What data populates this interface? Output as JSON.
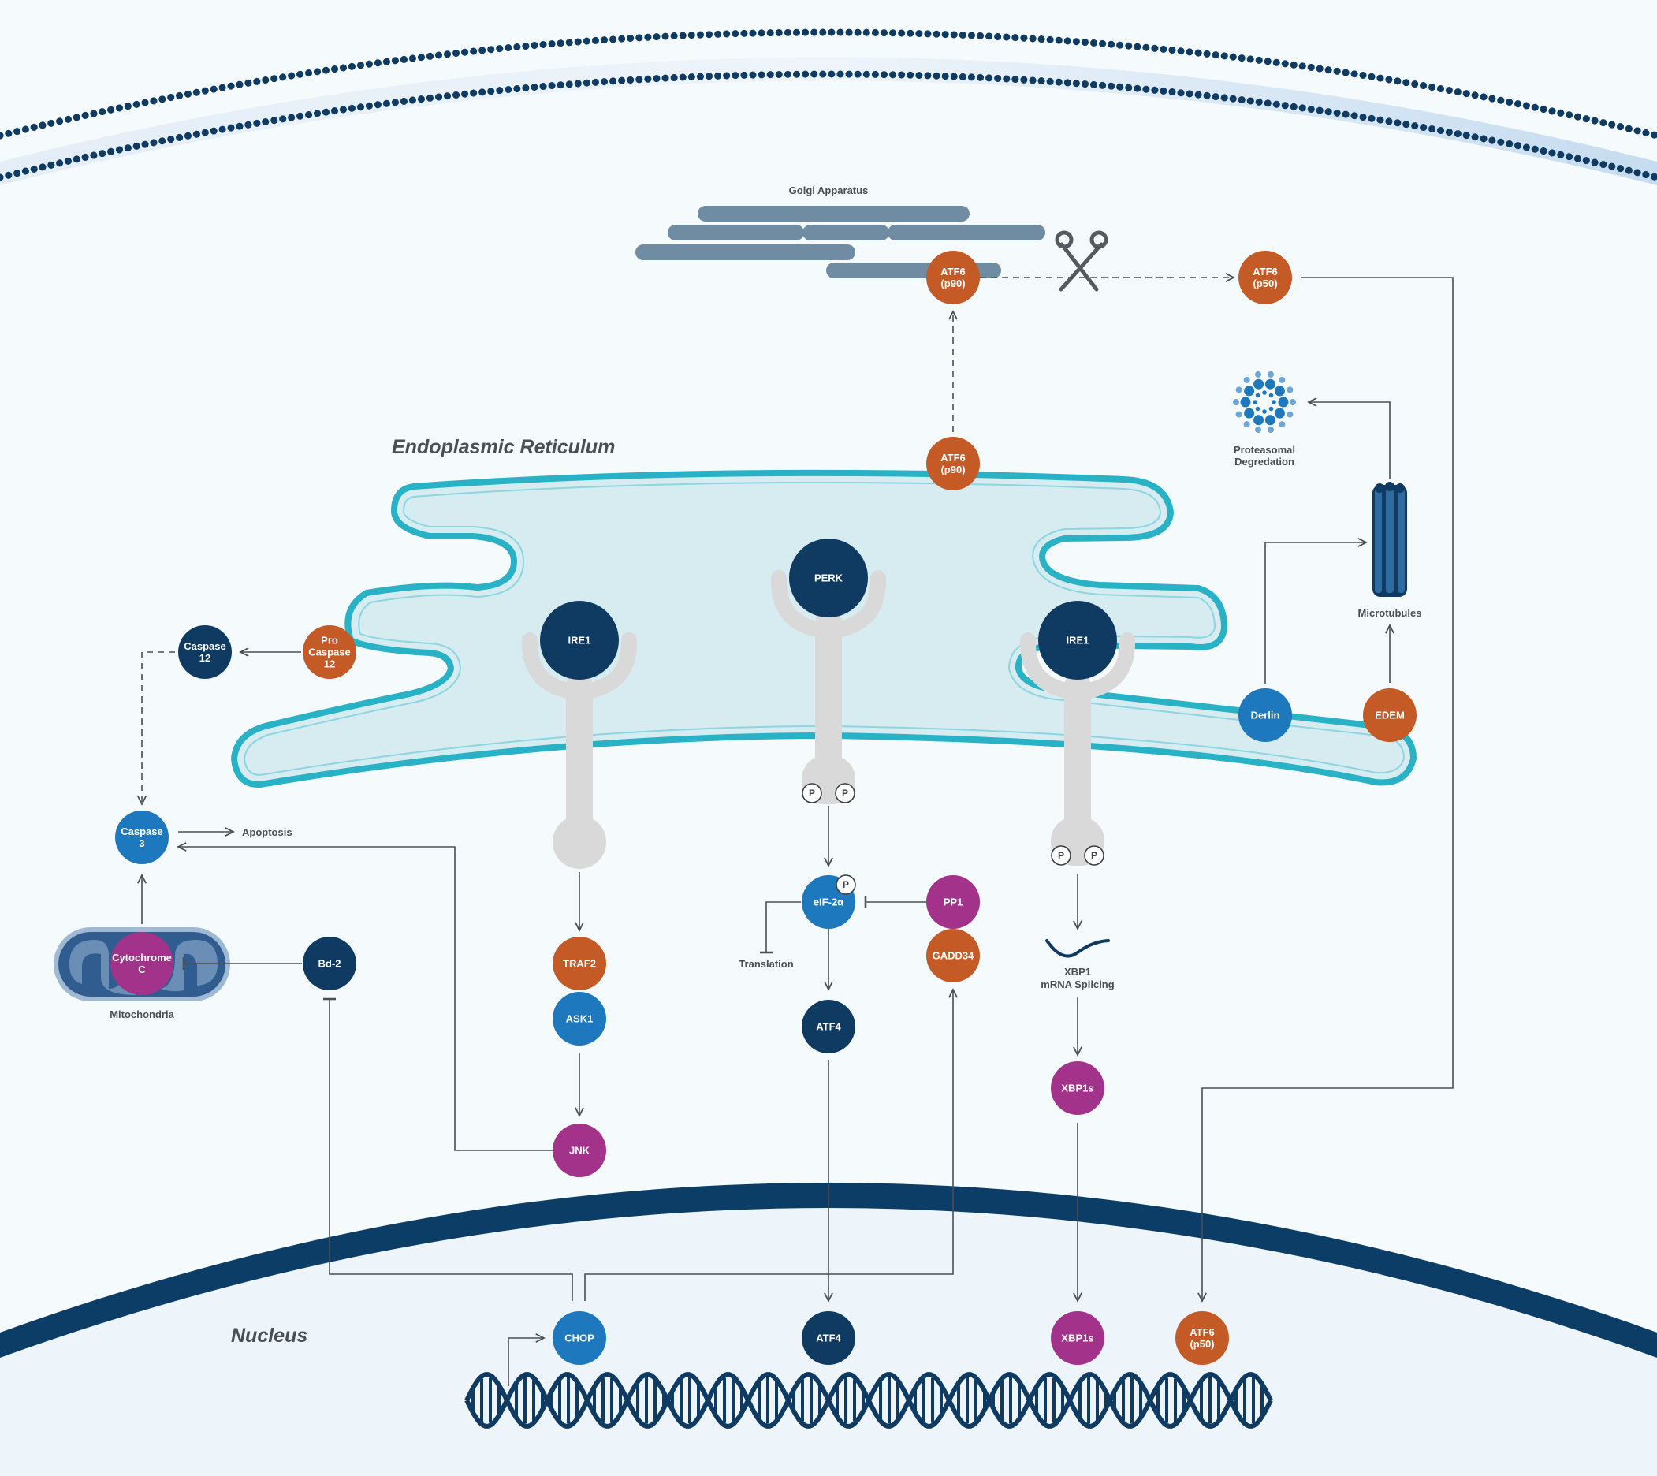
{
  "colors": {
    "navy": "#0f3b63",
    "blue": "#1d78bd",
    "orange": "#c45a25",
    "magenta": "#a3338a",
    "receptor_grey": "#d9d9d9",
    "er_fill": "#d6ecf1",
    "er_stroke": "#29b2c6",
    "golgi": "#6f8ca3",
    "line": "#4a4f55",
    "membrane": "#0b3d66"
  },
  "labels": {
    "golgi": "Golgi Apparatus",
    "er": "Endoplasmic Reticulum",
    "nucleus": "Nucleus",
    "mitochondria": "Mitochondria",
    "apoptosis": "Apoptosis",
    "translation": "Translation",
    "proteasome_1": "Proteasomal",
    "proteasome_2": "Degredation",
    "microtubules": "Microtubules",
    "xbp1_1": "XBP1",
    "xbp1_2": "mRNA Splicing",
    "phospho": "P"
  },
  "nodes": {
    "atf6_golgi": {
      "line1": "ATF6",
      "line2": "(p90)",
      "color": "orange"
    },
    "atf6_p50_top": {
      "line1": "ATF6",
      "line2": "(p50)",
      "color": "orange"
    },
    "atf6_er": {
      "line1": "ATF6",
      "line2": "(p90)",
      "color": "orange"
    },
    "perk": {
      "line1": "PERK",
      "line2": "",
      "color": "navy"
    },
    "ire1_left": {
      "line1": "IRE1",
      "line2": "",
      "color": "navy"
    },
    "ire1_right": {
      "line1": "IRE1",
      "line2": "",
      "color": "navy"
    },
    "caspase12": {
      "line1": "Caspase",
      "line2": "12",
      "color": "navy"
    },
    "procaspase12": {
      "line1": "Pro",
      "line2": "Caspase",
      "line3": "12",
      "color": "orange"
    },
    "caspase3": {
      "line1": "Caspase",
      "line2": "3",
      "color": "blue"
    },
    "cytochrome": {
      "line1": "Cytochrome",
      "line2": "C",
      "color": "magenta"
    },
    "bcl2": {
      "line1": "Bd-2",
      "line2": "",
      "color": "navy"
    },
    "traf2": {
      "line1": "TRAF2",
      "line2": "",
      "color": "orange"
    },
    "ask1": {
      "line1": "ASK1",
      "line2": "",
      "color": "blue"
    },
    "jnk": {
      "line1": "JNK",
      "line2": "",
      "color": "magenta"
    },
    "eif2a": {
      "line1": "eIF-2α",
      "line2": "",
      "color": "blue"
    },
    "pp1": {
      "line1": "PP1",
      "line2": "",
      "color": "magenta"
    },
    "gadd34": {
      "line1": "GADD34",
      "line2": "",
      "color": "orange"
    },
    "atf4_cyto": {
      "line1": "ATF4",
      "line2": "",
      "color": "navy"
    },
    "xbp1s_cyto": {
      "line1": "XBP1s",
      "line2": "",
      "color": "magenta"
    },
    "derlin": {
      "line1": "Derlin",
      "line2": "",
      "color": "blue"
    },
    "edem": {
      "line1": "EDEM",
      "line2": "",
      "color": "orange"
    },
    "chop": {
      "line1": "CHOP",
      "line2": "",
      "color": "blue"
    },
    "atf4_nuc": {
      "line1": "ATF4",
      "line2": "",
      "color": "navy"
    },
    "xbp1s_nuc": {
      "line1": "XBP1s",
      "line2": "",
      "color": "magenta"
    },
    "atf6_p50_nuc": {
      "line1": "ATF6",
      "line2": "(p50)",
      "color": "orange"
    }
  }
}
